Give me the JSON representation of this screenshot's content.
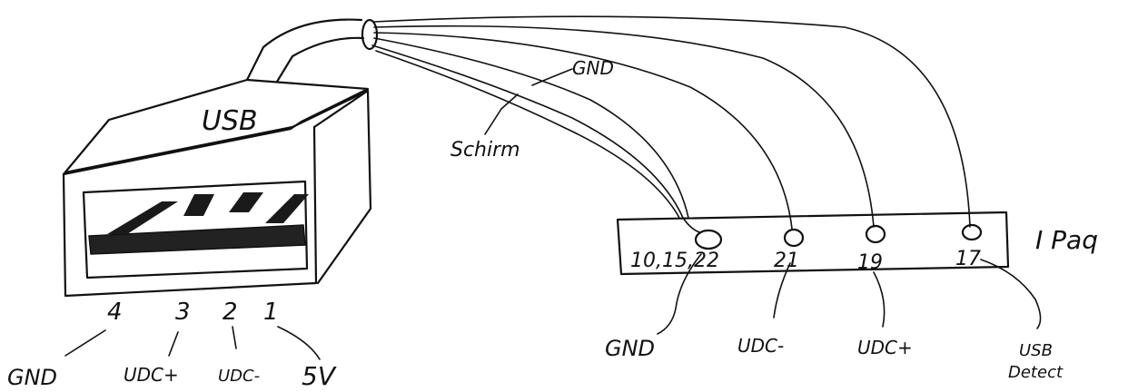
{
  "usb_connector": {
    "title": "USB",
    "pin_numbers": [
      "4",
      "3",
      "2",
      "1"
    ],
    "pin_labels": [
      "GND",
      "UDC+",
      "UDC-",
      "5V"
    ]
  },
  "cable": {
    "shield_label": "Schirm",
    "ground_label": "GND"
  },
  "ipaq_connector": {
    "title": "I Paq",
    "pin_numbers": [
      "10,15,22",
      "21",
      "19",
      "17"
    ],
    "pin_labels": [
      "GND",
      "UDC-",
      "UDC+",
      "USB",
      "Detect"
    ]
  }
}
